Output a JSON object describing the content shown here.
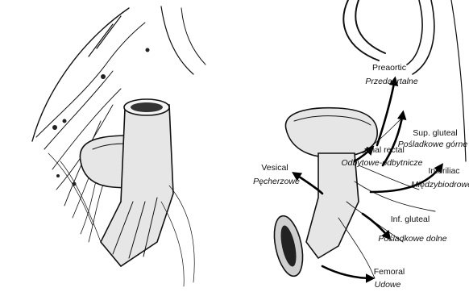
{
  "labels": [
    {
      "id": "preaortic",
      "en": "Preaortic",
      "pl": "Przedaortalne"
    },
    {
      "id": "sup-gluteal",
      "en": "Sup. gluteal",
      "pl": "Pośladkowe górne"
    },
    {
      "id": "anal-rectal",
      "en": "Anal rectal",
      "pl": "Odbytowe-odbytnicze"
    },
    {
      "id": "vesical",
      "en": "Vesical",
      "pl": "Pęcherzowe"
    },
    {
      "id": "interiliac",
      "en": "Interiliac",
      "pl": "Międzybiodrowe"
    },
    {
      "id": "inf-gluteal",
      "en": "Inf. gluteal",
      "pl": "Pośladkowe dolne"
    },
    {
      "id": "femoral",
      "en": "Femoral",
      "pl": "Udowe"
    }
  ]
}
